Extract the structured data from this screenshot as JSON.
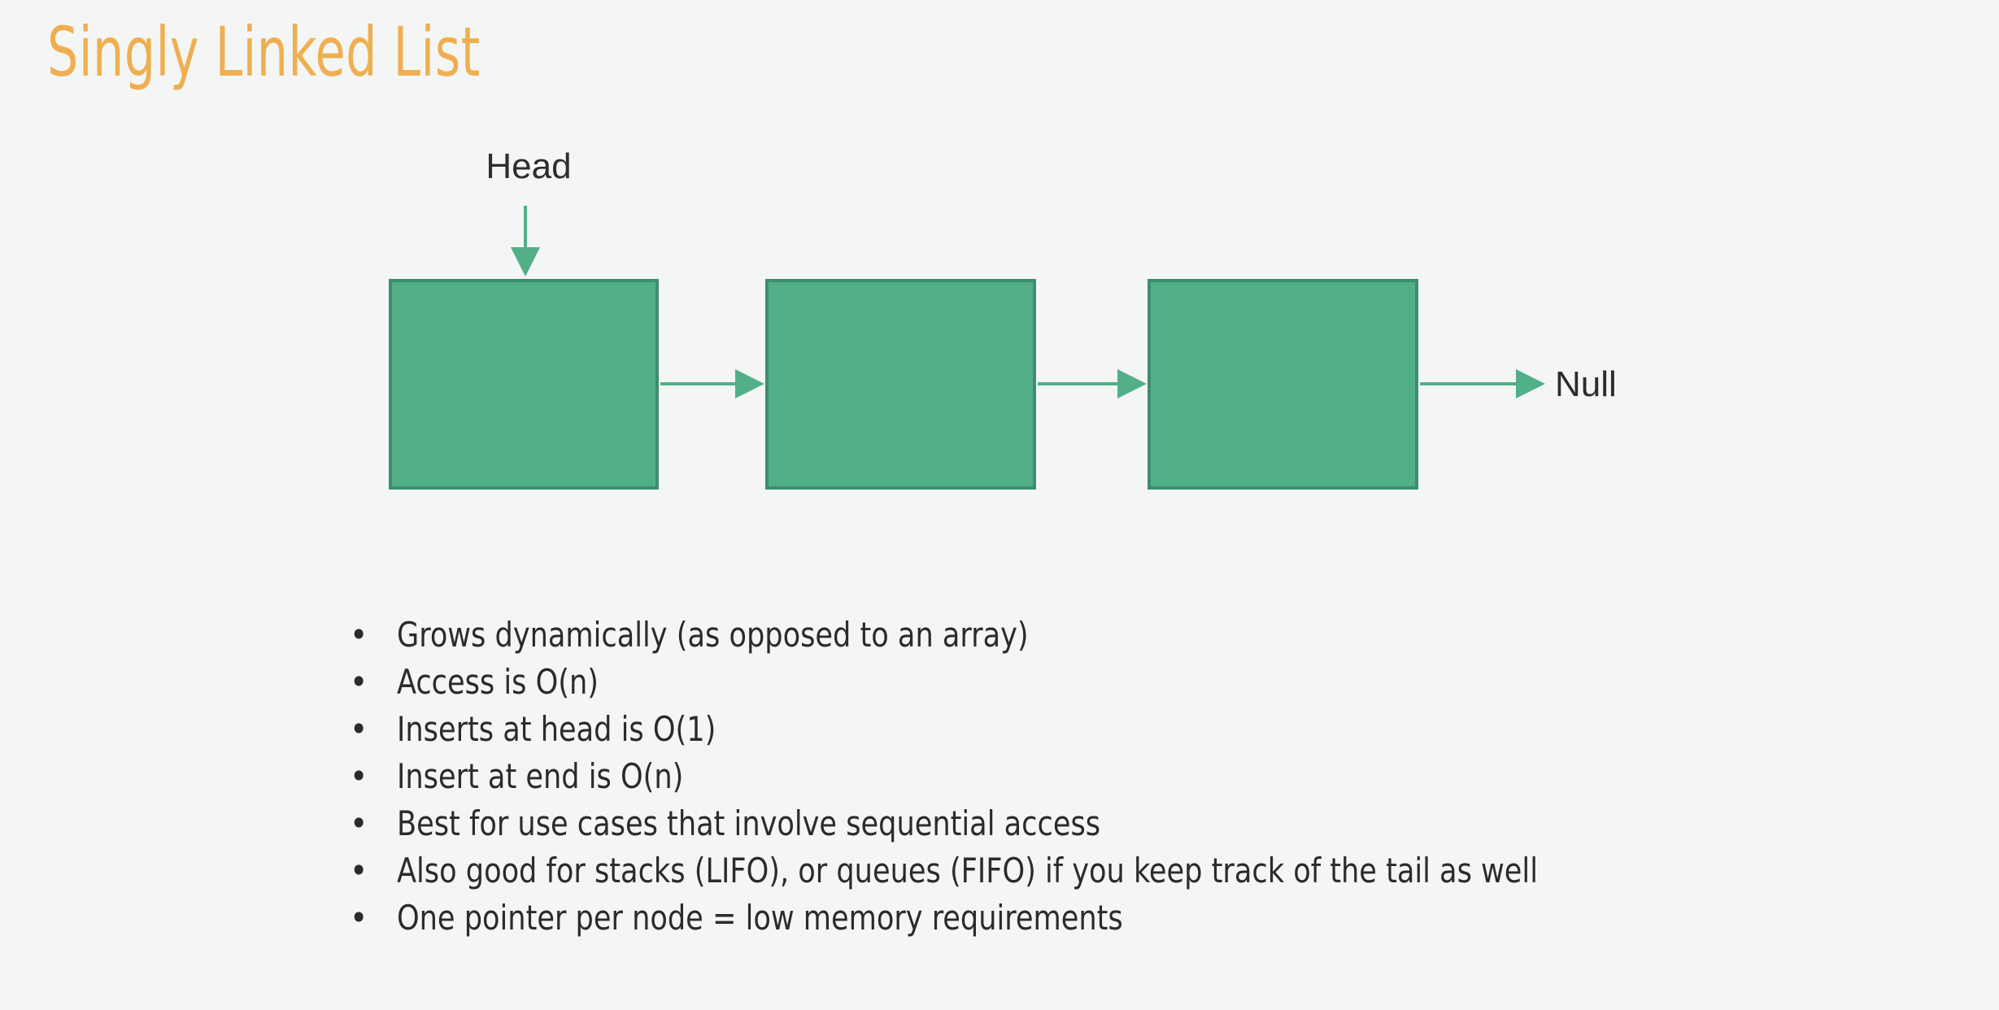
{
  "slide": {
    "title": "Singly Linked List",
    "background_color": "#f4f6f5",
    "title_color": "#efaf51",
    "text_color": "#2b2b2b"
  },
  "diagram": {
    "type": "singly-linked-list",
    "node_fill_color": "#52af88",
    "node_border_color": "#3d8e6c",
    "arrow_color": "#52af88",
    "head_label": "Head",
    "null_label": "Null",
    "node_count": 3,
    "nodes": [
      {
        "label": ""
      },
      {
        "label": ""
      },
      {
        "label": ""
      }
    ]
  },
  "bullets": [
    {
      "text": "Grows dynamically (as opposed to an array)"
    },
    {
      "text": "Access is O(n)"
    },
    {
      "text": "Inserts at head is O(1)"
    },
    {
      "text": "Insert at end is O(n)"
    },
    {
      "text": "Best for use cases that involve sequential access"
    },
    {
      "text": "Also good for stacks (LIFO), or queues (FIFO) if you keep track of the tail as well"
    },
    {
      "text": "One pointer per node = low memory requirements"
    }
  ],
  "bullet_marker": "•"
}
